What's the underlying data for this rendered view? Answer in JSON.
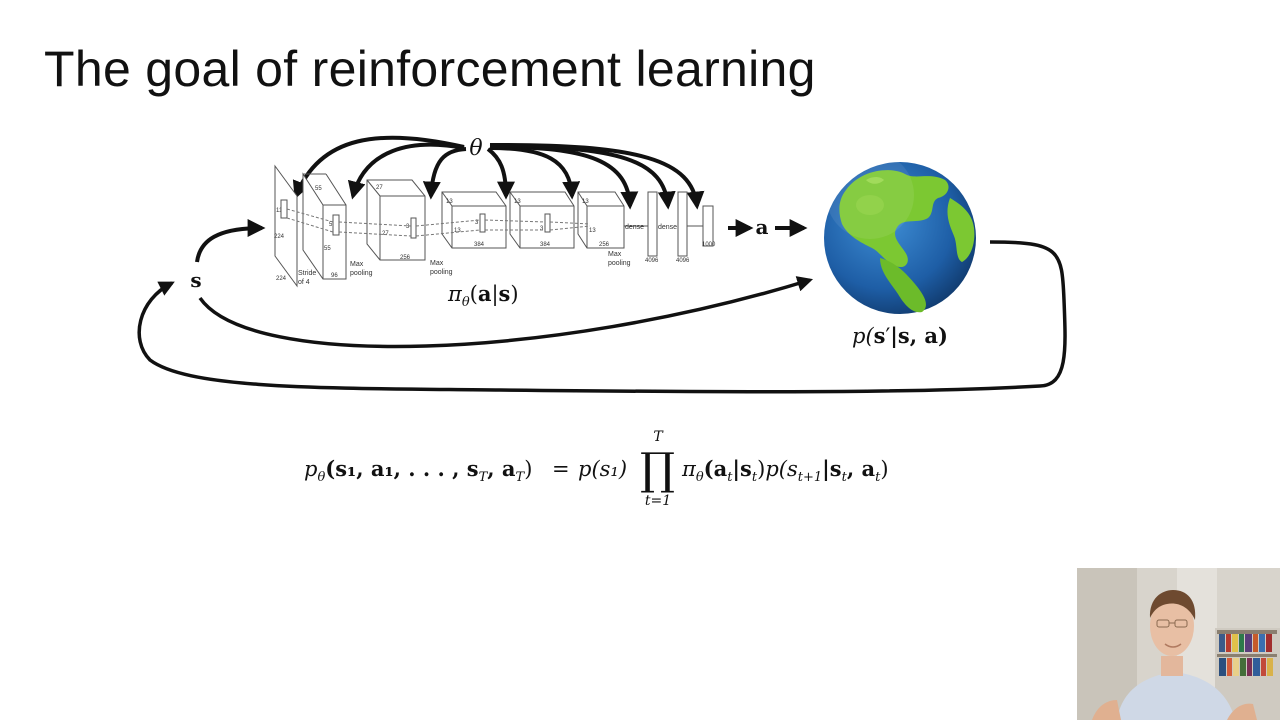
{
  "slide": {
    "title": "The goal of reinforcement learning"
  },
  "diagram": {
    "theta_label": "θ",
    "state_label": "s",
    "action_label": "a",
    "policy": {
      "pi": "π",
      "sub": "θ",
      "args_open": "(",
      "a": "a",
      "bar": "|",
      "s": "s",
      "args_close": ")"
    },
    "dynamics": {
      "p": "p(",
      "s_prime": "s",
      "prime": "′",
      "rest": "|s, a)"
    },
    "network": {
      "input_sizes": [
        "11",
        "224",
        "224"
      ],
      "stride_label": [
        "Stride",
        "of 4"
      ],
      "conv1": [
        "55",
        "55",
        "96",
        "5"
      ],
      "pool1": [
        "Max",
        "pooling"
      ],
      "conv2": [
        "27",
        "27",
        "256",
        "3"
      ],
      "pool2": [
        "Max",
        "pooling"
      ],
      "conv3": [
        "13",
        "13",
        "384",
        "3"
      ],
      "conv4": [
        "13",
        "384",
        "3"
      ],
      "conv5": [
        "13",
        "13",
        "256"
      ],
      "pool3": [
        "Max",
        "pooling"
      ],
      "dense_label": "dense",
      "fc_sizes": [
        "4096",
        "4096",
        "1000"
      ]
    }
  },
  "equation": {
    "lhs_p": "p",
    "lhs_sub": "θ",
    "lhs_args": "(s₁, a₁, . . . , s",
    "lhs_T": "T",
    "lhs_comma": ", a",
    "lhs_T2": "T",
    "lhs_close": ")",
    "equals": "=",
    "p_s1": "p(s₁)",
    "prod": "∏",
    "prod_upper": "T",
    "prod_lower": "t=1",
    "pi": "π",
    "pi_sub": "θ",
    "pi_args": "(a",
    "pi_t1": "t",
    "pi_bar": "|s",
    "pi_t2": "t",
    "pi_close": ")",
    "p_trans": "p(s",
    "p_t1": "t+1",
    "p_bar": "|s",
    "p_t2": "t",
    "p_comma": ", a",
    "p_t3": "t",
    "p_close": ")"
  },
  "colors": {
    "ink": "#111111",
    "ocean": "#1f5fa8",
    "land": "#7cc832",
    "webcam_bg": "#dcd9d3"
  }
}
